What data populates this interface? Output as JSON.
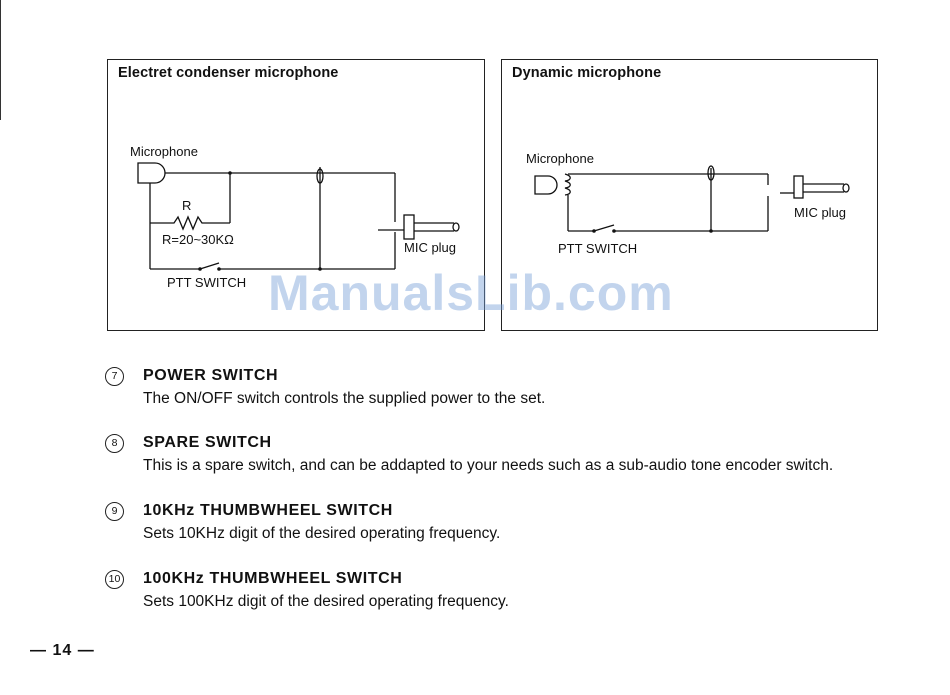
{
  "diagrams": {
    "electret": {
      "title": "Electret condenser microphone",
      "microphone_label": "Microphone",
      "resistor_label": "R",
      "resistor_value": "R=20~30KΩ",
      "plug_label": "MIC plug",
      "switch_label": "PTT SWITCH"
    },
    "dynamic": {
      "title": "Dynamic microphone",
      "microphone_label": "Microphone",
      "plug_label": "MIC plug",
      "switch_label": "PTT SWITCH"
    }
  },
  "watermark": "ManualsLib.com",
  "items": [
    {
      "number": "7",
      "heading": "POWER  SWITCH",
      "description": "The ON/OFF switch controls the supplied power to the set."
    },
    {
      "number": "8",
      "heading": "SPARE  SWITCH",
      "description": "This is a spare switch, and can be addapted to your needs such as a sub-audio tone encoder switch."
    },
    {
      "number": "9",
      "heading": "10KHz  THUMBWHEEL  SWITCH",
      "description": "Sets 10KHz digit of the desired operating frequency."
    },
    {
      "number": "10",
      "heading": "100KHz  THUMBWHEEL  SWITCH",
      "description": "Sets 100KHz digit of the desired operating frequency."
    }
  ],
  "page_number": "— 14 —"
}
